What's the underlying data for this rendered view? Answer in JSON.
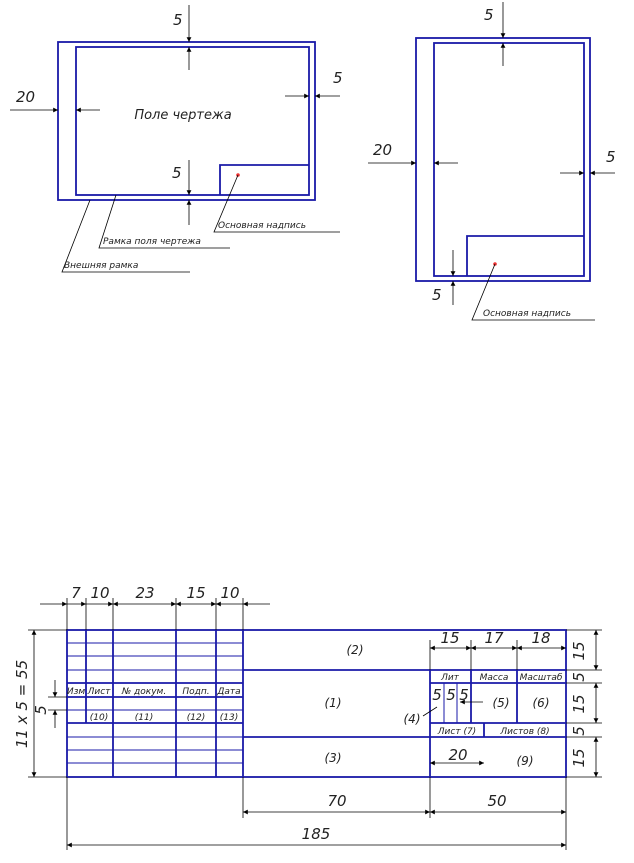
{
  "diagram1": {
    "field_label": "Поле чертежа",
    "dim_top": "5",
    "dim_left": "20",
    "dim_right": "5",
    "dim_inner": "5",
    "title_block_label": "Основная надпись",
    "inner_frame_label": "Рамка поля чертежа",
    "outer_frame_label": "Внешняя рамка"
  },
  "diagram2": {
    "dim_top": "5",
    "dim_left": "20",
    "dim_right": "5",
    "dim_bottom": "5",
    "title_block_label": "Основная надпись"
  },
  "stamp": {
    "col_dims": [
      "7",
      "10",
      "23",
      "15",
      "10"
    ],
    "right_dims": [
      "15",
      "17",
      "18"
    ],
    "side_dims": [
      "15",
      "5",
      "15",
      "5",
      "15"
    ],
    "height_dim": "11 x 5 = 55",
    "row_dim": "5",
    "bottom_dims": [
      "70",
      "50"
    ],
    "total_dim": "185",
    "headers": [
      "Изм",
      "Лист",
      "№ докум.",
      "Подп.",
      "Дата"
    ],
    "header_nums": [
      "(10)",
      "(11)",
      "(12)",
      "(13)"
    ],
    "field_nums": [
      "(2)",
      "(1)",
      "(3)",
      "(5)",
      "(6)",
      "(9)",
      "(4)"
    ],
    "lit": "Лит",
    "massa": "Масса",
    "masshtab": "Масштаб",
    "list": "Лист (7)",
    "listov": "Листов (8)",
    "fives": [
      "5",
      "5",
      "5"
    ],
    "dim_20": "20"
  }
}
